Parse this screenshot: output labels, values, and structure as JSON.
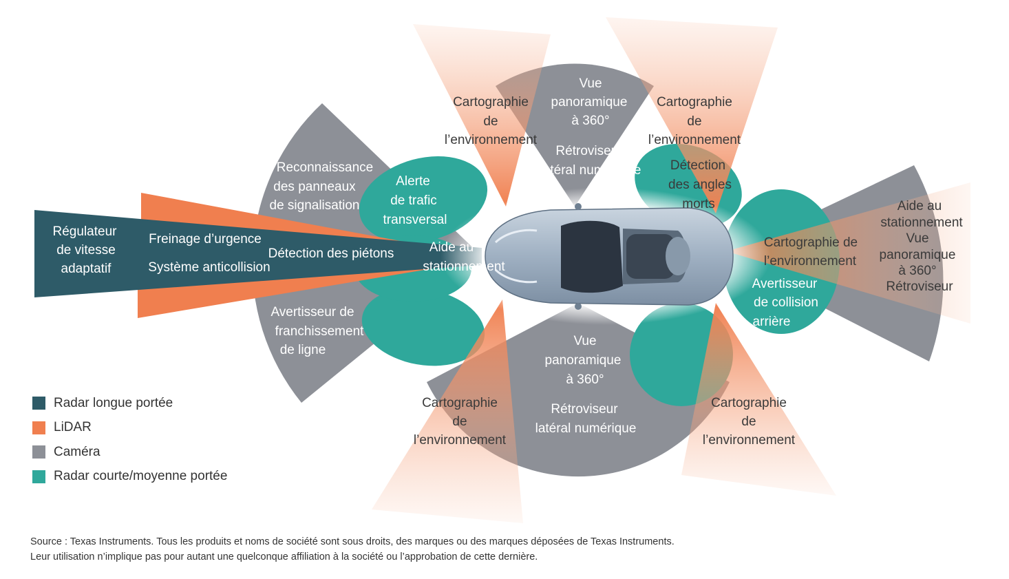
{
  "colors": {
    "long_range_radar": "#2e5b68",
    "lidar": "#f07f4f",
    "camera": "#8d9097",
    "short_mid_radar": "#2fa89b"
  },
  "labels": {
    "acc": [
      "Régulateur",
      "de vitesse",
      "adaptatif"
    ],
    "emergency_braking": "Freinage d’urgence",
    "anticollision": "Système anticollision",
    "pedestrian": "Détection des piétons",
    "parking_front": [
      "Aide au",
      "stationnement"
    ],
    "sign_recognition": [
      "Reconnaissance",
      "des panneaux",
      "de signalisation"
    ],
    "cross_traffic": [
      "Alerte",
      "de trafic",
      "transversal"
    ],
    "lane_departure": [
      "Avertisseur de",
      "franchissement",
      "de ligne"
    ],
    "mapping_tl": [
      "Cartographie",
      "de",
      "l’environnement"
    ],
    "mapping_tr": [
      "Cartographie",
      "de",
      "l’environnement"
    ],
    "mapping_bl": [
      "Cartographie",
      "de",
      "l’environnement"
    ],
    "mapping_br": [
      "Cartographie",
      "de",
      "l’environnement"
    ],
    "mapping_rear": [
      "Cartographie de",
      "l’environnement"
    ],
    "surround_top": [
      "Vue",
      "panoramique",
      "à 360°"
    ],
    "mirror_top": [
      "Rétroviseur",
      "latéral numérique"
    ],
    "surround_bottom": [
      "Vue",
      "panoramique",
      "à 360°"
    ],
    "mirror_bottom": [
      "Rétroviseur",
      "latéral numérique"
    ],
    "blind_spot": [
      "Détection",
      "des angles",
      "morts"
    ],
    "rear_camera": [
      "Aide au",
      "stationnement",
      "Vue",
      "panoramique",
      "à 360°",
      "Rétroviseur"
    ],
    "rear_collision": [
      "Avertisseur",
      "de collision",
      "arrière"
    ]
  },
  "legend": [
    {
      "label": "Radar longue portée",
      "color": "#2e5b68"
    },
    {
      "label": "LiDAR",
      "color": "#f07f4f"
    },
    {
      "label": "Caméra",
      "color": "#8d9097"
    },
    {
      "label": "Radar courte/moyenne portée",
      "color": "#2fa89b"
    }
  ],
  "source": [
    "Source : Texas Instruments. Tous les produits et noms de société sont sous droits, des marques ou des marques déposées de Texas Instruments.",
    "Leur utilisation n’implique pas pour autant une quelconque affiliation à la société ou l’approbation de cette dernière."
  ]
}
